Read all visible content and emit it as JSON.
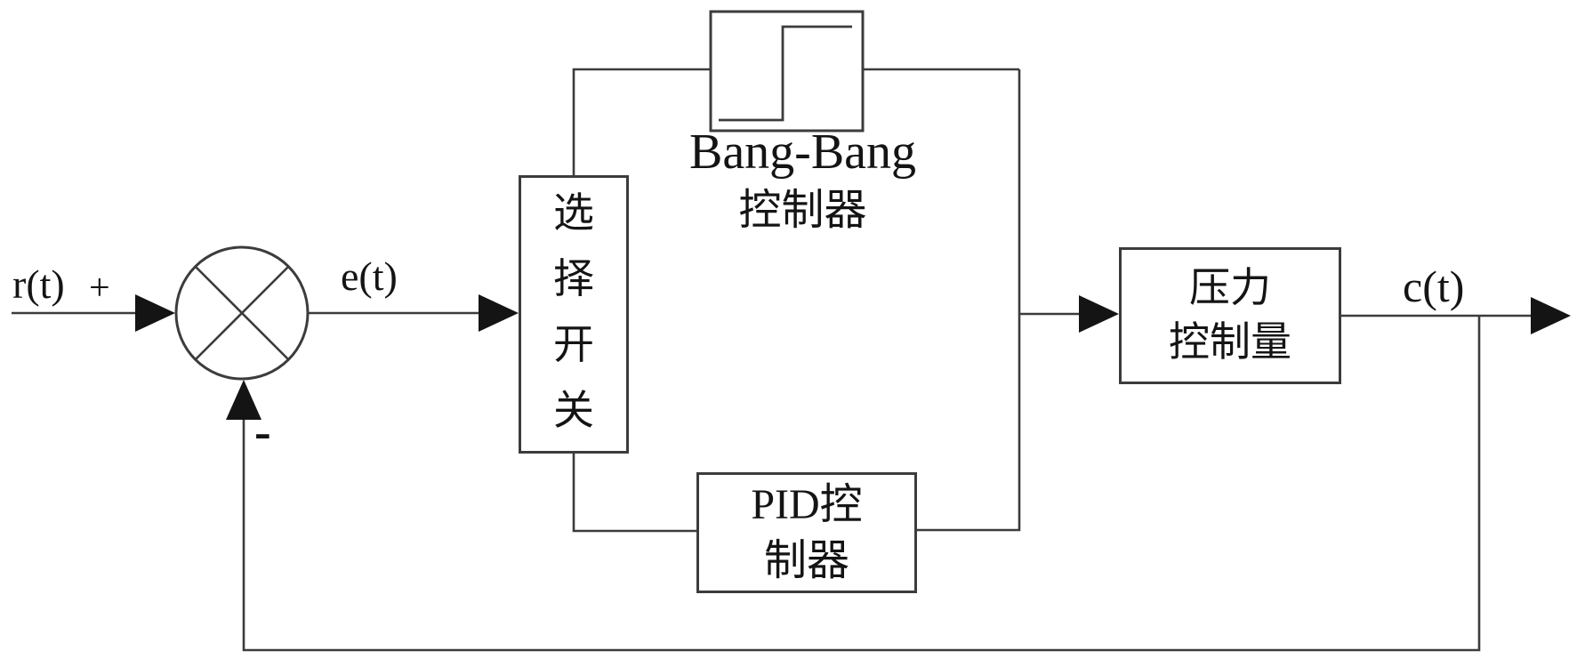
{
  "colors": {
    "bg": "#ffffff",
    "wire": "#3c3c3c",
    "ink": "#141414"
  },
  "signals": {
    "input": "r(t)",
    "input_sign": "+",
    "error": "e(t)",
    "feedback_sign": "-",
    "output": "c(t)"
  },
  "blocks": {
    "selector_switch": {
      "chars": [
        "选",
        "择",
        "开",
        "关"
      ]
    },
    "bang_bang": {
      "name_line1": "Bang-Bang",
      "name_line2": "控制器"
    },
    "pid": {
      "name_line1": "PID控",
      "name_line2": "制器"
    },
    "pressure_plant": {
      "name_line1": "压力",
      "name_line2": "控制量"
    }
  },
  "icons": {
    "bang_bang_relay": "step-function-icon"
  }
}
